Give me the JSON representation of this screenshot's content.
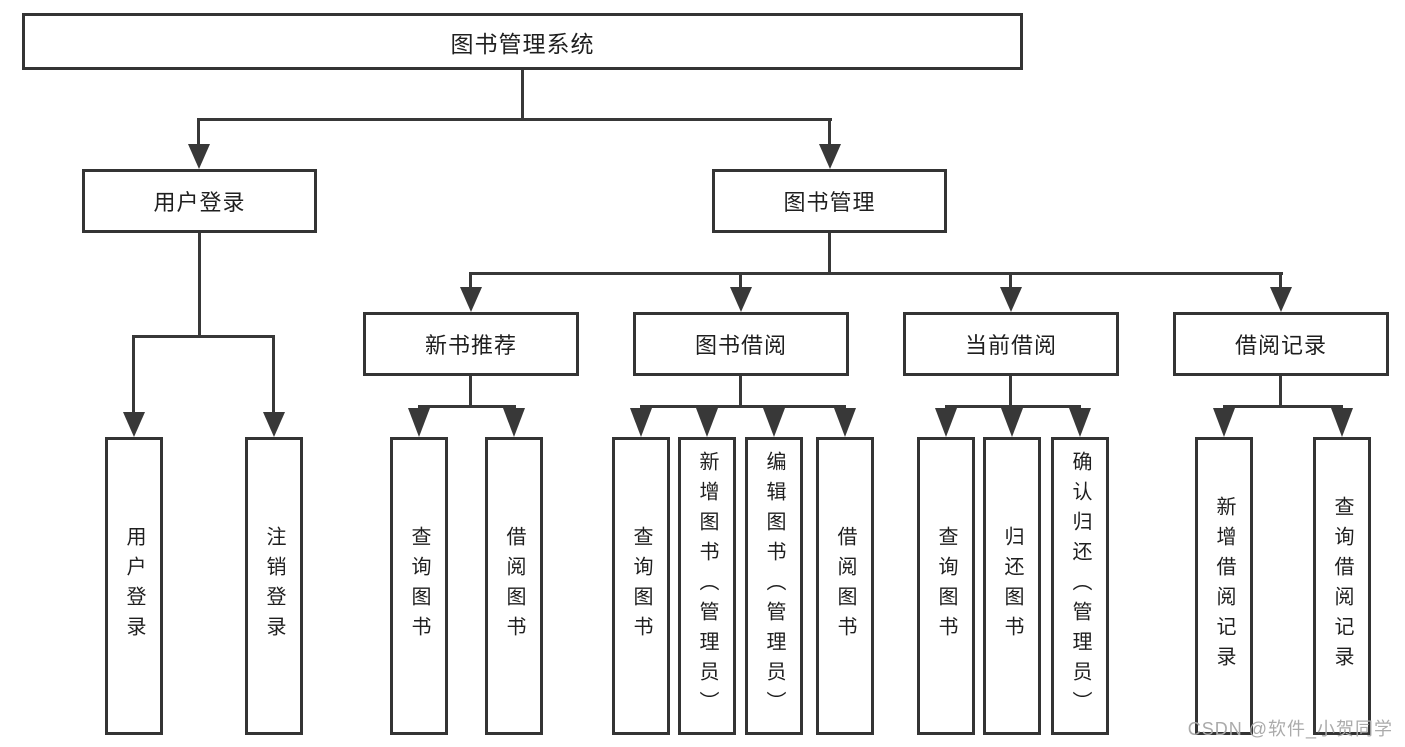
{
  "chart_data": {
    "type": "tree-diagram",
    "title": "图书管理系统",
    "hierarchy": {
      "root": "图书管理系统",
      "children": [
        {
          "label": "用户登录",
          "children": [
            "用户登录",
            "注销登录"
          ]
        },
        {
          "label": "图书管理",
          "children": [
            {
              "label": "新书推荐",
              "children": [
                "查询图书",
                "借阅图书"
              ]
            },
            {
              "label": "图书借阅",
              "children": [
                "查询图书",
                "新增图书（管理员）",
                "编辑图书（管理员）",
                "借阅图书"
              ]
            },
            {
              "label": "当前借阅",
              "children": [
                "查询图书",
                "归还图书",
                "确认归还（管理员）"
              ]
            },
            {
              "label": "借阅记录",
              "children": [
                "新增借阅记录",
                "查询借阅记录"
              ]
            }
          ]
        }
      ]
    }
  },
  "nodes": {
    "root": "图书管理系统",
    "l2": {
      "user": "用户登录",
      "book": "图书管理"
    },
    "l3": {
      "rec": "新书推荐",
      "borrow": "图书借阅",
      "current": "当前借阅",
      "records": "借阅记录"
    },
    "leaves": {
      "user": [
        "用户登录",
        "注销登录"
      ],
      "rec": [
        "查询图书",
        "借阅图书"
      ],
      "borrow": [
        "查询图书",
        "新增图书（管理员）",
        "编辑图书（管理员）",
        "借阅图书"
      ],
      "current": [
        "查询图书",
        "归还图书",
        "确认归还（管理员）"
      ],
      "records": [
        "新增借阅记录",
        "查询借阅记录"
      ]
    }
  },
  "watermark": "CSDN @软件_小贺同学",
  "colors": {
    "line": "#383838",
    "border": "#343434",
    "text": "#1f1f1f",
    "watermark": "#ababab",
    "background": "#ffffff"
  }
}
